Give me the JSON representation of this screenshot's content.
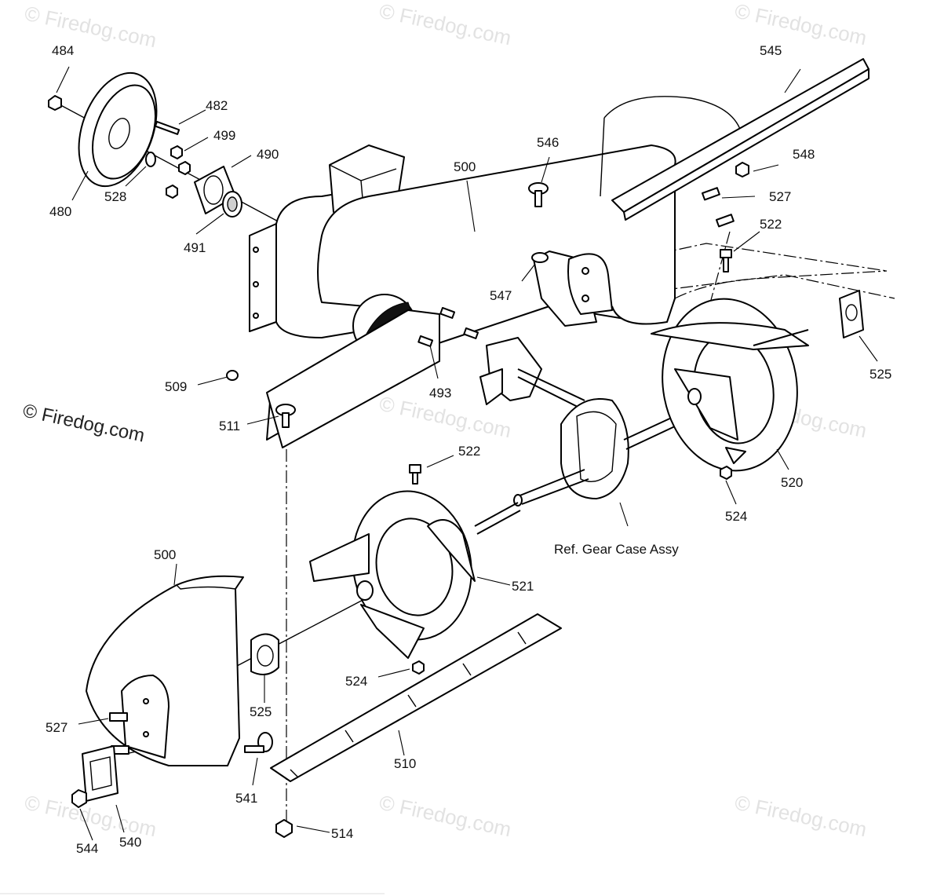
{
  "watermark": {
    "main_text": "© Firedog.com",
    "faint_text": "© Firedog.com"
  },
  "reference_note": "Ref. Gear Case Assy",
  "callouts": [
    {
      "id": "484"
    },
    {
      "id": "482"
    },
    {
      "id": "499"
    },
    {
      "id": "490"
    },
    {
      "id": "480"
    },
    {
      "id": "528"
    },
    {
      "id": "491"
    },
    {
      "id": "500"
    },
    {
      "id": "546"
    },
    {
      "id": "545"
    },
    {
      "id": "548"
    },
    {
      "id": "527"
    },
    {
      "id": "522"
    },
    {
      "id": "547"
    },
    {
      "id": "525"
    },
    {
      "id": "509"
    },
    {
      "id": "493"
    },
    {
      "id": "511"
    },
    {
      "id": "520"
    },
    {
      "id": "524"
    },
    {
      "id": "522"
    },
    {
      "id": "521"
    },
    {
      "id": "500"
    },
    {
      "id": "524"
    },
    {
      "id": "527"
    },
    {
      "id": "525"
    },
    {
      "id": "510"
    },
    {
      "id": "541"
    },
    {
      "id": "514"
    },
    {
      "id": "544"
    },
    {
      "id": "540"
    }
  ]
}
